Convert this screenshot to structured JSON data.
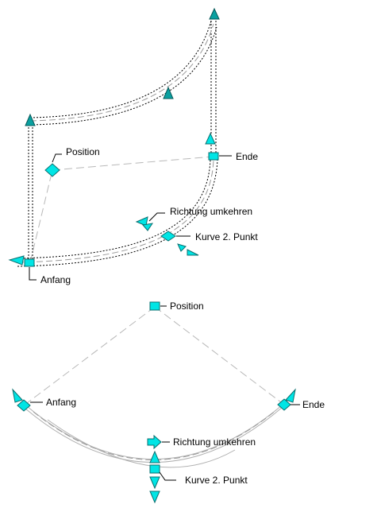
{
  "colors": {
    "grip": "#00e5e5",
    "grip_dark": "#0a8f8f",
    "outline": "#000000",
    "dashed_link": "#b8b8b8",
    "leader": "#000000",
    "background": "#ffffff"
  },
  "figure_top": {
    "labels": {
      "position": "Position",
      "ende": "Ende",
      "richtung": "Richtung umkehren",
      "kurve": "Kurve 2. Punkt",
      "anfang": "Anfang"
    }
  },
  "figure_bottom": {
    "labels": {
      "position": "Position",
      "anfang": "Anfang",
      "ende": "Ende",
      "richtung": "Richtung umkehren",
      "kurve": "Kurve 2. Punkt"
    }
  }
}
